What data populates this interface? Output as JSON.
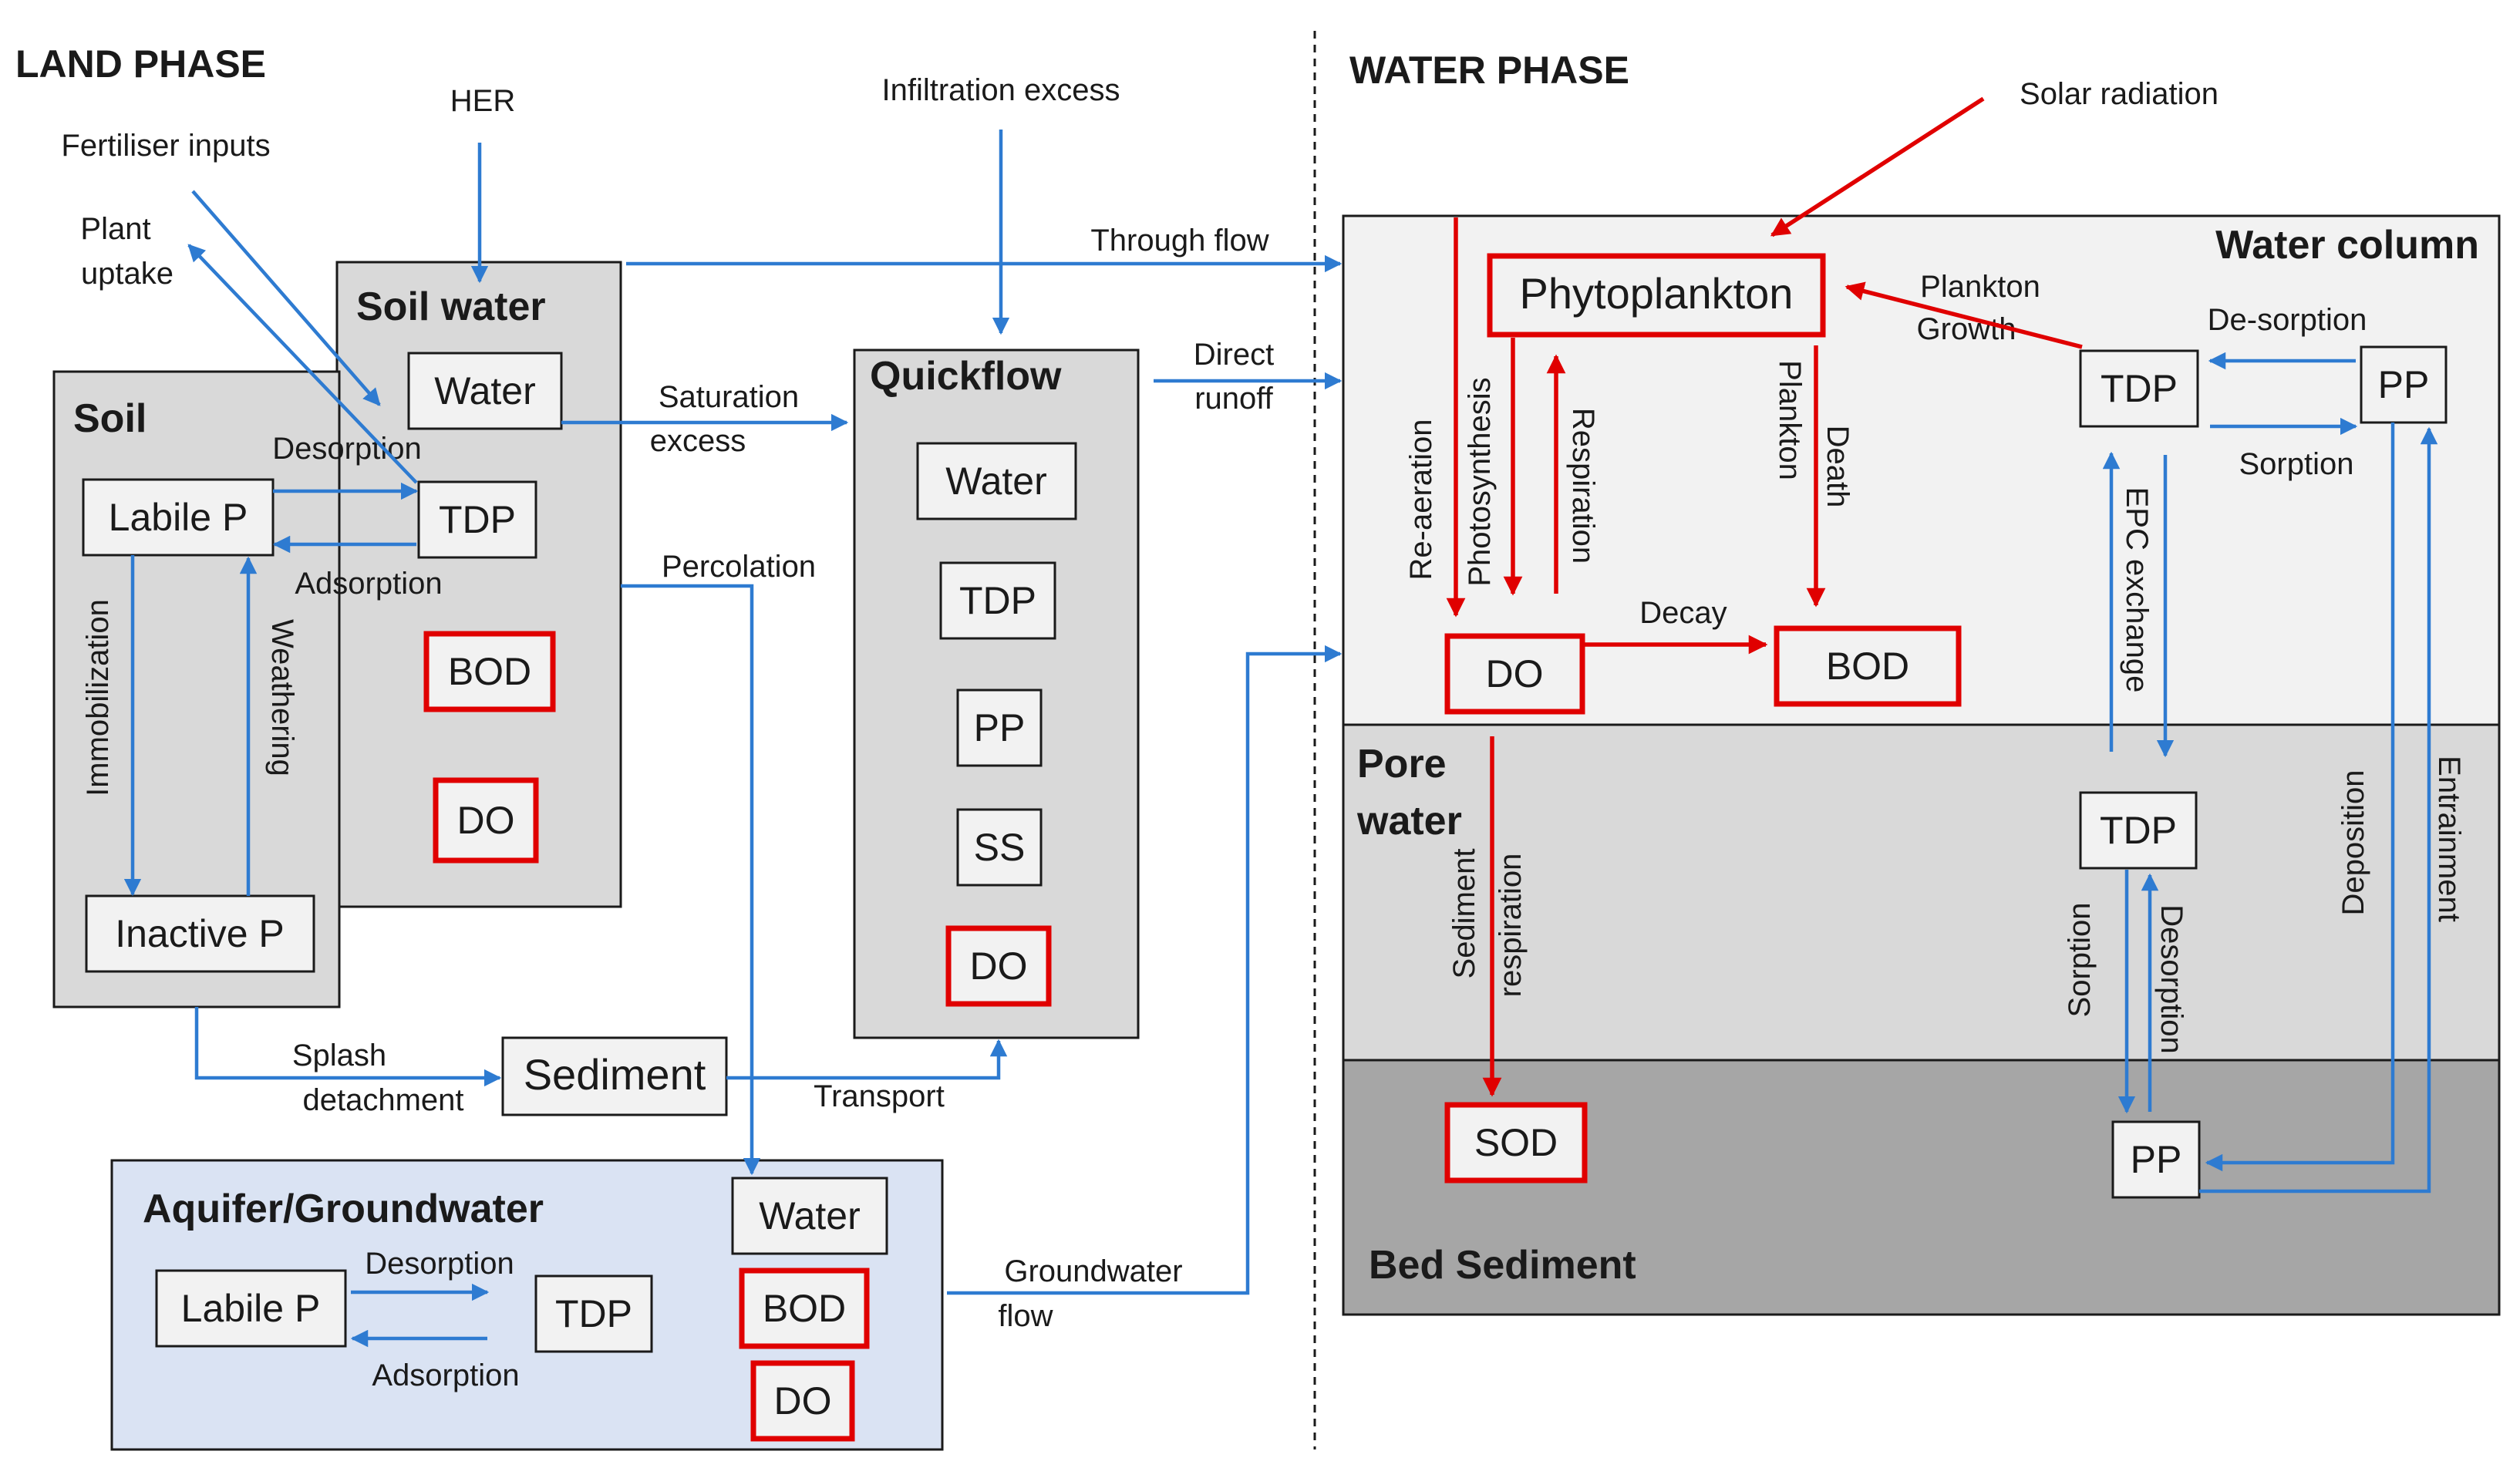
{
  "headings": {
    "land": "LAND PHASE",
    "water": "WATER PHASE"
  },
  "inputs": {
    "her": "HER",
    "fertiliser": "Fertiliser inputs",
    "plant_uptake": [
      "Plant",
      "uptake"
    ],
    "infiltration": "Infiltration excess",
    "solar": "Solar radiation"
  },
  "soil": {
    "title": "Soil",
    "labile": "Labile P",
    "inactive": "Inactive P",
    "tdp": "TDP",
    "desorption": "Desorption",
    "adsorption": "Adsorption",
    "immobilization": "Immobilization",
    "weathering": "Weathering"
  },
  "soil_water": {
    "title": "Soil water",
    "water": "Water",
    "bod": "BOD",
    "do": "DO"
  },
  "quickflow": {
    "title": "Quickflow",
    "items": [
      "Water",
      "TDP",
      "PP",
      "SS",
      "DO"
    ]
  },
  "flows": {
    "saturation": [
      "Saturation",
      "excess"
    ],
    "through": "Through flow",
    "direct": [
      "Direct",
      "runoff"
    ],
    "percolation": "Percolation",
    "splash": [
      "Splash",
      "detachment"
    ],
    "transport": "Transport",
    "groundwater": [
      "Groundwater",
      "flow"
    ]
  },
  "sediment": "Sediment",
  "aquifer": {
    "title": "Aquifer/Groundwater",
    "labile": "Labile P",
    "tdp": "TDP",
    "desorption": "Desorption",
    "adsorption": "Adsorption",
    "water": "Water",
    "bod": "BOD",
    "do": "DO"
  },
  "water_column": {
    "title": "Water column",
    "phyto": "Phytoplankton",
    "tdp": "TDP",
    "pp": "PP",
    "do": "DO",
    "bod": "BOD",
    "plankton_growth": [
      "Plankton",
      "Growth"
    ],
    "desorption": "De-sorption",
    "sorption": "Sorption",
    "reaeration": "Re-aeration",
    "photosynthesis": "Photosynthesis",
    "respiration": "Respiration",
    "plankton_death": [
      "Plankton",
      "Death"
    ],
    "decay": "Decay",
    "epc": "EPC exchange"
  },
  "pore_water": {
    "title": [
      "Pore",
      "water"
    ],
    "tdp": "TDP",
    "sed_resp": [
      "Sediment",
      "respiration"
    ],
    "sorption": "Sorption",
    "desorption": "Desorption",
    "deposition": "Deposition",
    "entrainment": "Entrainment"
  },
  "bed_sediment": {
    "title": "Bed Sediment",
    "sod": "SOD",
    "pp": "PP"
  },
  "colors": {
    "blue_arrow": "#2e7bd1",
    "red_arrow": "#e00000"
  }
}
